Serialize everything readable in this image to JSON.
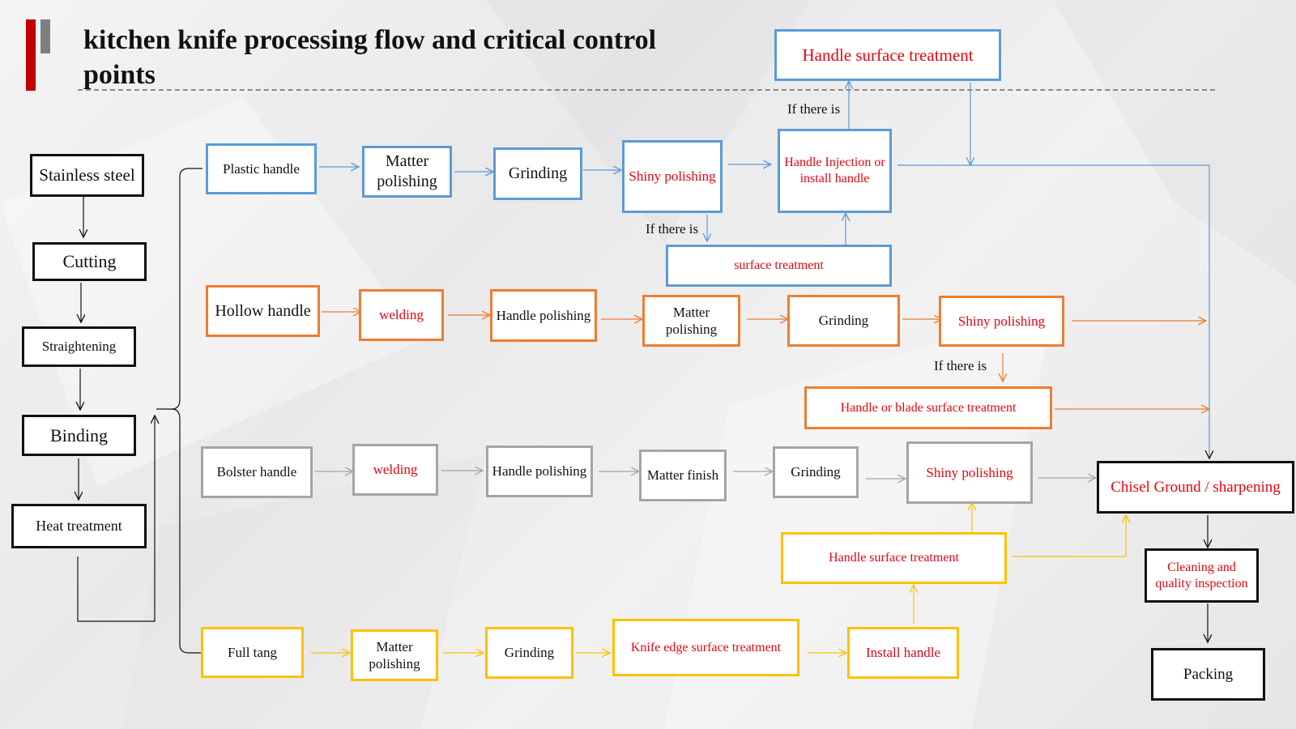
{
  "title": "kitchen knife processing flow and critical control points",
  "colors": {
    "blue": "#5b9bd5",
    "orange": "#ed7d31",
    "gray": "#a5a5a5",
    "yellow": "#ffc000",
    "black": "#111111",
    "red_text": "#e30613",
    "accent_red": "#c00000",
    "accent_gray": "#7f7f7f"
  },
  "main_flow": {
    "stainless_steel": "Stainless steel",
    "cutting": "Cutting",
    "straightening": "Straightening",
    "binding": "Binding",
    "heat_treatment": "Heat treatment"
  },
  "plastic_row": {
    "plastic_handle": "Plastic handle",
    "matter_polishing": "Matter polishing",
    "grinding": "Grinding",
    "shiny_polishing": "Shiny polishing",
    "handle_injection": "Handle Injection or install handle",
    "handle_surface_treatment": "Handle  surface treatment",
    "surface_treatment": "surface treatment",
    "if_there_is_top": "If there is",
    "if_there_is_bottom": "If there is"
  },
  "hollow_row": {
    "hollow_handle": "Hollow handle",
    "welding": "welding",
    "handle_polishing": "Handle polishing",
    "matter_polishing": "Matter polishing",
    "grinding": "Grinding",
    "shiny_polishing": "Shiny polishing",
    "if_there_is": "If there is",
    "handle_or_blade": "Handle  or blade surface treatment"
  },
  "bolster_row": {
    "bolster_handle": "Bolster handle",
    "welding": "welding",
    "handle_polishing": "Handle polishing",
    "matter_finish": "Matter finish",
    "grinding": "Grinding",
    "shiny_polishing": "Shiny polishing",
    "handle_surface_treatment": "Handle surface treatment"
  },
  "fulltang_row": {
    "full_tang": "Full tang",
    "matter_polishing": "Matter polishing",
    "grinding": "Grinding",
    "knife_edge": "Knife edge surface treatment",
    "install_handle": "Install handle"
  },
  "final_flow": {
    "chisel_ground": "Chisel Ground / sharpening",
    "cleaning": "Cleaning and quality inspection",
    "packing": "Packing"
  }
}
